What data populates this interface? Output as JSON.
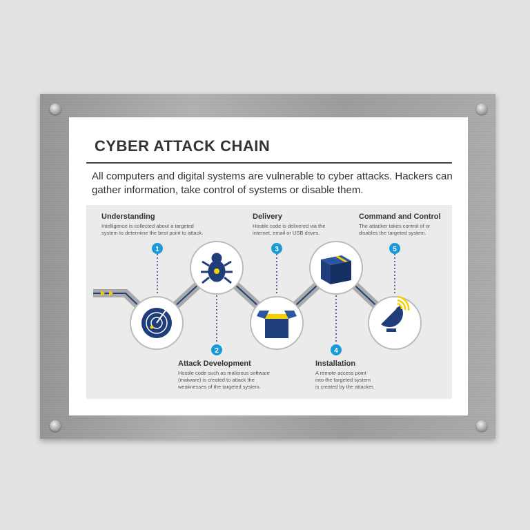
{
  "title": "CYBER ATTACK CHAIN",
  "intro": "All computers and digital systems are vulnerable to cyber attacks. Hackers can gather information, take control of systems or disable them.",
  "colors": {
    "navy": "#1f3d7a",
    "blue": "#1a9ad6",
    "yellow": "#f5d000"
  },
  "steps": [
    {
      "number": "1",
      "title": "Understanding",
      "text": "Intelligence is collected about a targeted\nsystem to determine the best point to attack.",
      "icon": "radar-icon"
    },
    {
      "number": "2",
      "title": "Attack Development",
      "text": "Hostile code such as malicious software\n(malware) is created to attack the\nweaknesses of the targeted system.",
      "icon": "bug-icon"
    },
    {
      "number": "3",
      "title": "Delivery",
      "text": "Hostile code is delivered via the\ninternet, email or USB drives.",
      "icon": "open-box-icon"
    },
    {
      "number": "4",
      "title": "Installation",
      "text": "A remote access point\ninto the targeted system\nis created by the attacker.",
      "icon": "closed-box-icon"
    },
    {
      "number": "5",
      "title": "Command and Control",
      "text": "The attacker takes control of or\ndisables the targeted system.",
      "icon": "satellite-dish-icon"
    }
  ]
}
